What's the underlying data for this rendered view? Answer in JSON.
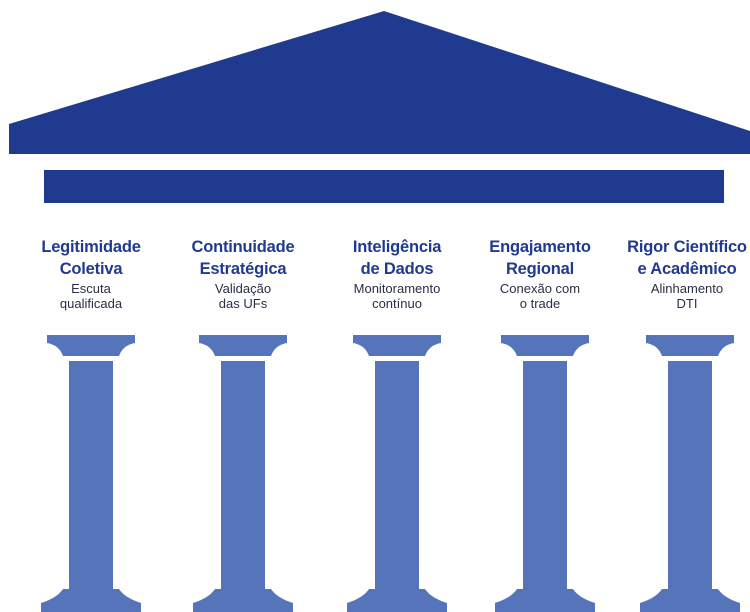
{
  "colors": {
    "roof": "#1f3a8f",
    "column": "#5574b9",
    "title_text": "#1f3a8f",
    "sub_text": "#2a2f45",
    "background": "#ffffff"
  },
  "pillars": [
    {
      "title_lines": [
        "Legitimidade",
        "Coletiva"
      ],
      "subtitle_lines": [
        "Escuta",
        "qualificada"
      ]
    },
    {
      "title_lines": [
        "Continuidade",
        "Estratégica"
      ],
      "subtitle_lines": [
        "Validação",
        "das UFs"
      ]
    },
    {
      "title_lines": [
        "Inteligência",
        "de Dados"
      ],
      "subtitle_lines": [
        "Monitoramento",
        "contínuo"
      ]
    },
    {
      "title_lines": [
        "Engajamento",
        "Regional"
      ],
      "subtitle_lines": [
        "Conexão com",
        "o trade"
      ]
    },
    {
      "title_lines": [
        "Rigor Científico",
        "e Acadêmico"
      ],
      "subtitle_lines": [
        "Alinhamento",
        "DTI"
      ]
    }
  ]
}
